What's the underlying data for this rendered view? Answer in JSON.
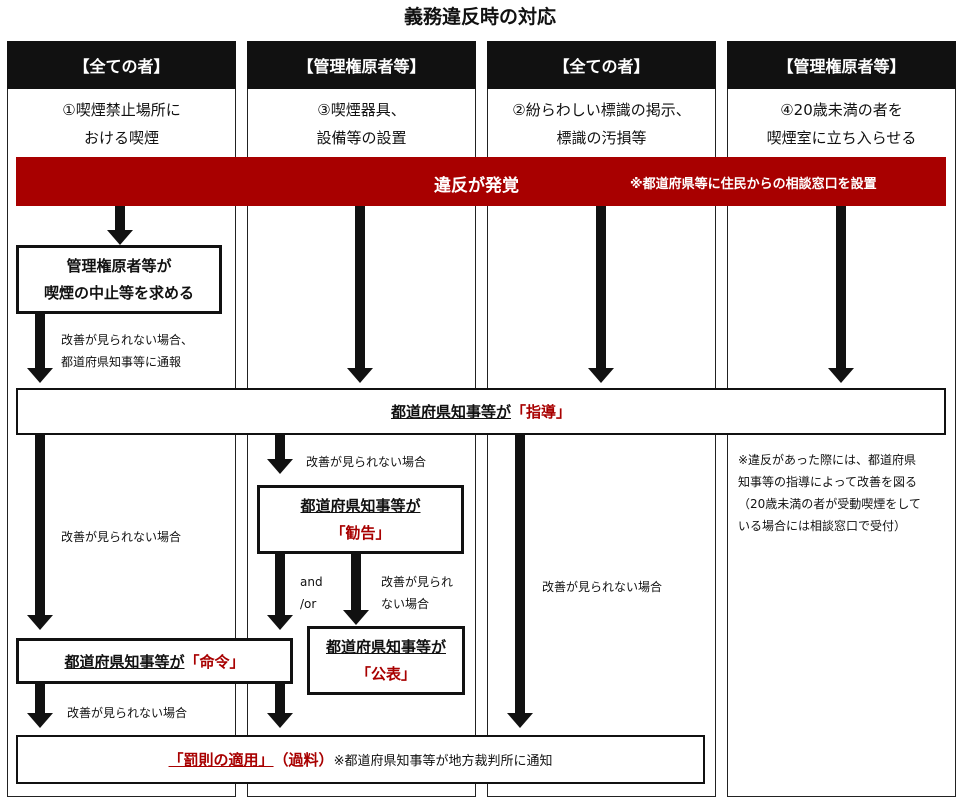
{
  "title": "義務違反時の対応",
  "columns": [
    {
      "header": "【全ての者】",
      "cond1": "①喫煙禁止場所に",
      "cond2": "おける喫煙"
    },
    {
      "header": "【管理権原者等】",
      "cond1": "③喫煙器具、",
      "cond2": "設備等の設置"
    },
    {
      "header": "【全ての者】",
      "cond1": "②紛らわしい標識の掲示、",
      "cond2": "標識の汚損等"
    },
    {
      "header": "【管理権原者等】",
      "cond1": "④20歳未満の者を",
      "cond2": "喫煙室に立ち入らせる"
    }
  ],
  "banner": {
    "main": "違反が発覚",
    "note": "※都道府県等に住民からの相談窓口を設置"
  },
  "request_box": {
    "line1": "管理権原者等が",
    "line2": "喫煙の中止等を求める"
  },
  "note_report": {
    "line1": "改善が見られない場合、",
    "line2": "都道府県知事等に通報"
  },
  "guidance": {
    "prefix": "都道府県知事等が",
    "action": "「指導」"
  },
  "note_no_improve": "改善が見られない場合",
  "recommend": {
    "line1": "都道府県知事等が",
    "action": "「勧告」"
  },
  "andor": {
    "line1": "and",
    "line2": "/or"
  },
  "note_split": {
    "line1": "改善が見られ",
    "line2": "ない場合"
  },
  "order": {
    "prefix": "都道府県知事等が",
    "action": "「命令」"
  },
  "publish": {
    "line1": "都道府県知事等が",
    "action": "「公表」"
  },
  "penalty": {
    "action": "「罰則の適用」",
    "paren": "（過料）",
    "note": "※都道府県知事等が地方裁判所に通知"
  },
  "col4_note": [
    "※違反があった際には、都道府県",
    "知事等の指導によって改善を図る",
    "（20歳未満の者が受動喫煙をして",
    "いる場合には相談窓口で受付）"
  ],
  "colors": {
    "accent_red": "#a80000",
    "dark": "#111111"
  }
}
